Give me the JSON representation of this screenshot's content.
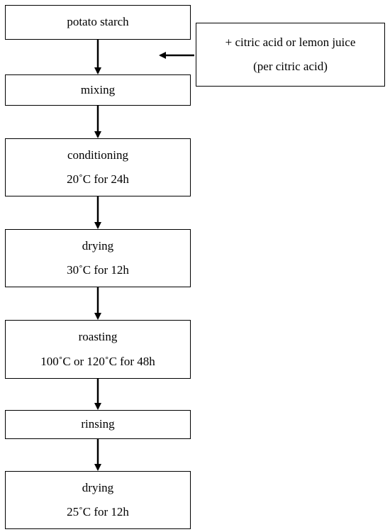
{
  "steps": [
    {
      "lines": [
        "potato starch"
      ]
    },
    {
      "lines": [
        "mixing"
      ]
    },
    {
      "lines": [
        "conditioning",
        "20˚C for 24h"
      ]
    },
    {
      "lines": [
        "drying",
        "30˚C for 12h"
      ]
    },
    {
      "lines": [
        "roasting",
        "100˚C or 120˚C for 48h"
      ]
    },
    {
      "lines": [
        "rinsing"
      ]
    },
    {
      "lines": [
        "drying",
        "25˚C for 12h"
      ]
    }
  ],
  "side_input": {
    "lines": [
      "+ citric acid or lemon juice",
      "(per citric acid)"
    ]
  }
}
